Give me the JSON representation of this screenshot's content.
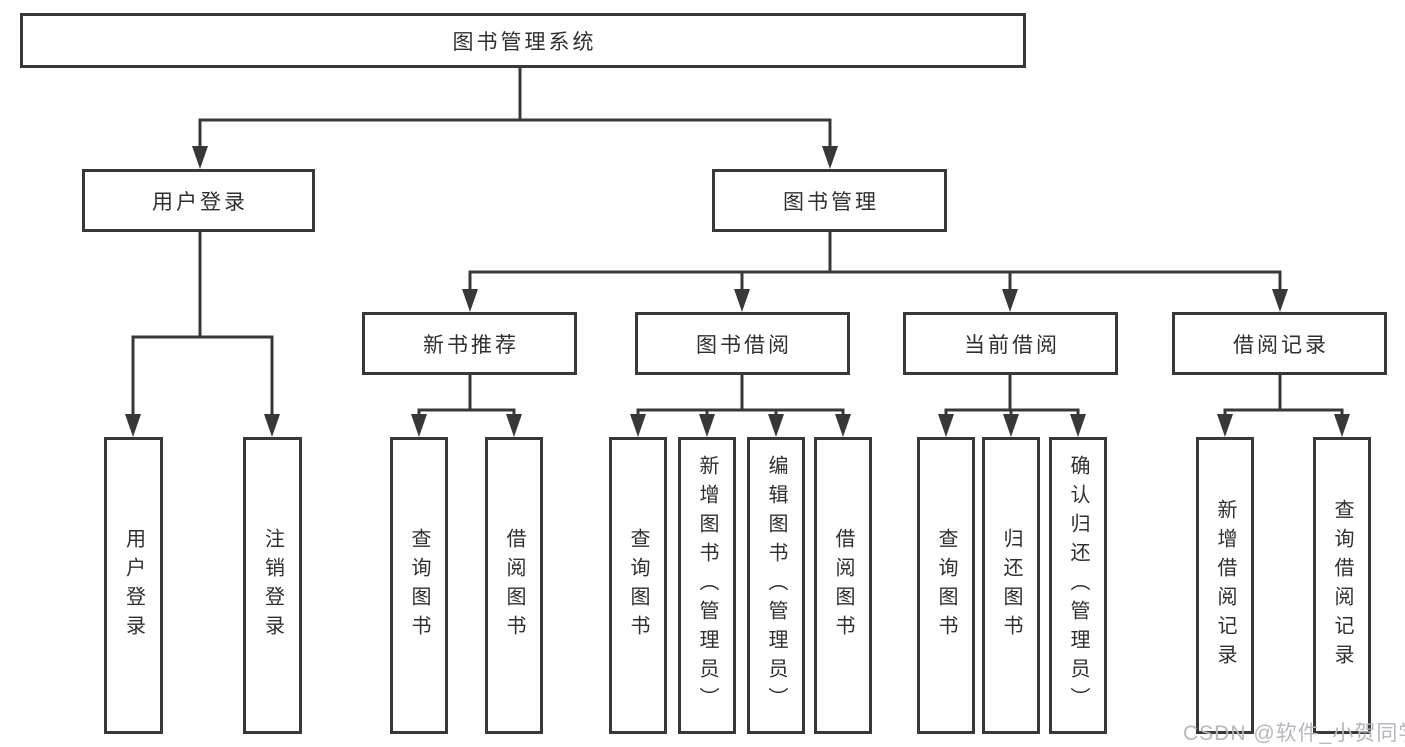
{
  "diagram": {
    "root": {
      "label": "图书管理系统"
    },
    "branches": [
      {
        "label": "用户登录",
        "children": [
          {
            "label": "用户登录"
          },
          {
            "label": "注销登录"
          }
        ]
      },
      {
        "label": "图书管理",
        "children": [
          {
            "label": "新书推荐",
            "children": [
              {
                "label": "查询图书"
              },
              {
                "label": "借阅图书"
              }
            ]
          },
          {
            "label": "图书借阅",
            "children": [
              {
                "label": "查询图书"
              },
              {
                "label": "新增图书（管理员）"
              },
              {
                "label": "编辑图书（管理员）"
              },
              {
                "label": "借阅图书"
              }
            ]
          },
          {
            "label": "当前借阅",
            "children": [
              {
                "label": "查询图书"
              },
              {
                "label": "归还图书"
              },
              {
                "label": "确认归还（管理员）"
              }
            ]
          },
          {
            "label": "借阅记录",
            "children": [
              {
                "label": "新增借阅记录"
              },
              {
                "label": "查询借阅记录"
              }
            ]
          }
        ]
      }
    ]
  },
  "watermark": {
    "text": "CSDN @软件_小贺同学"
  },
  "colors": {
    "line": "#383838",
    "text": "#2f2f2f",
    "watermark": "#b4b8be"
  }
}
